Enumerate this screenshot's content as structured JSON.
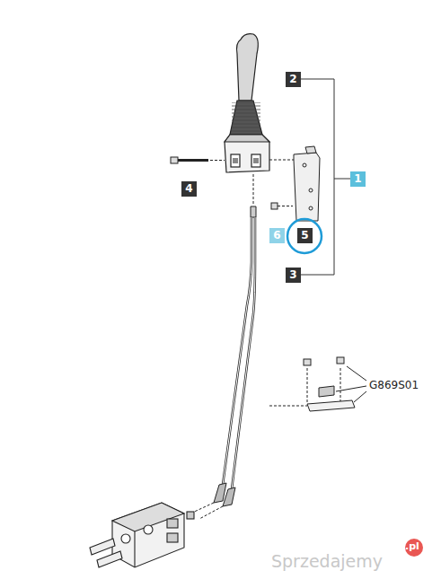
{
  "diagram": {
    "labels": [
      "2",
      "1",
      "4",
      "6",
      "5",
      "3",
      "G869S01",
      "Sprzedajemy",
      ".pl"
    ]
  }
}
